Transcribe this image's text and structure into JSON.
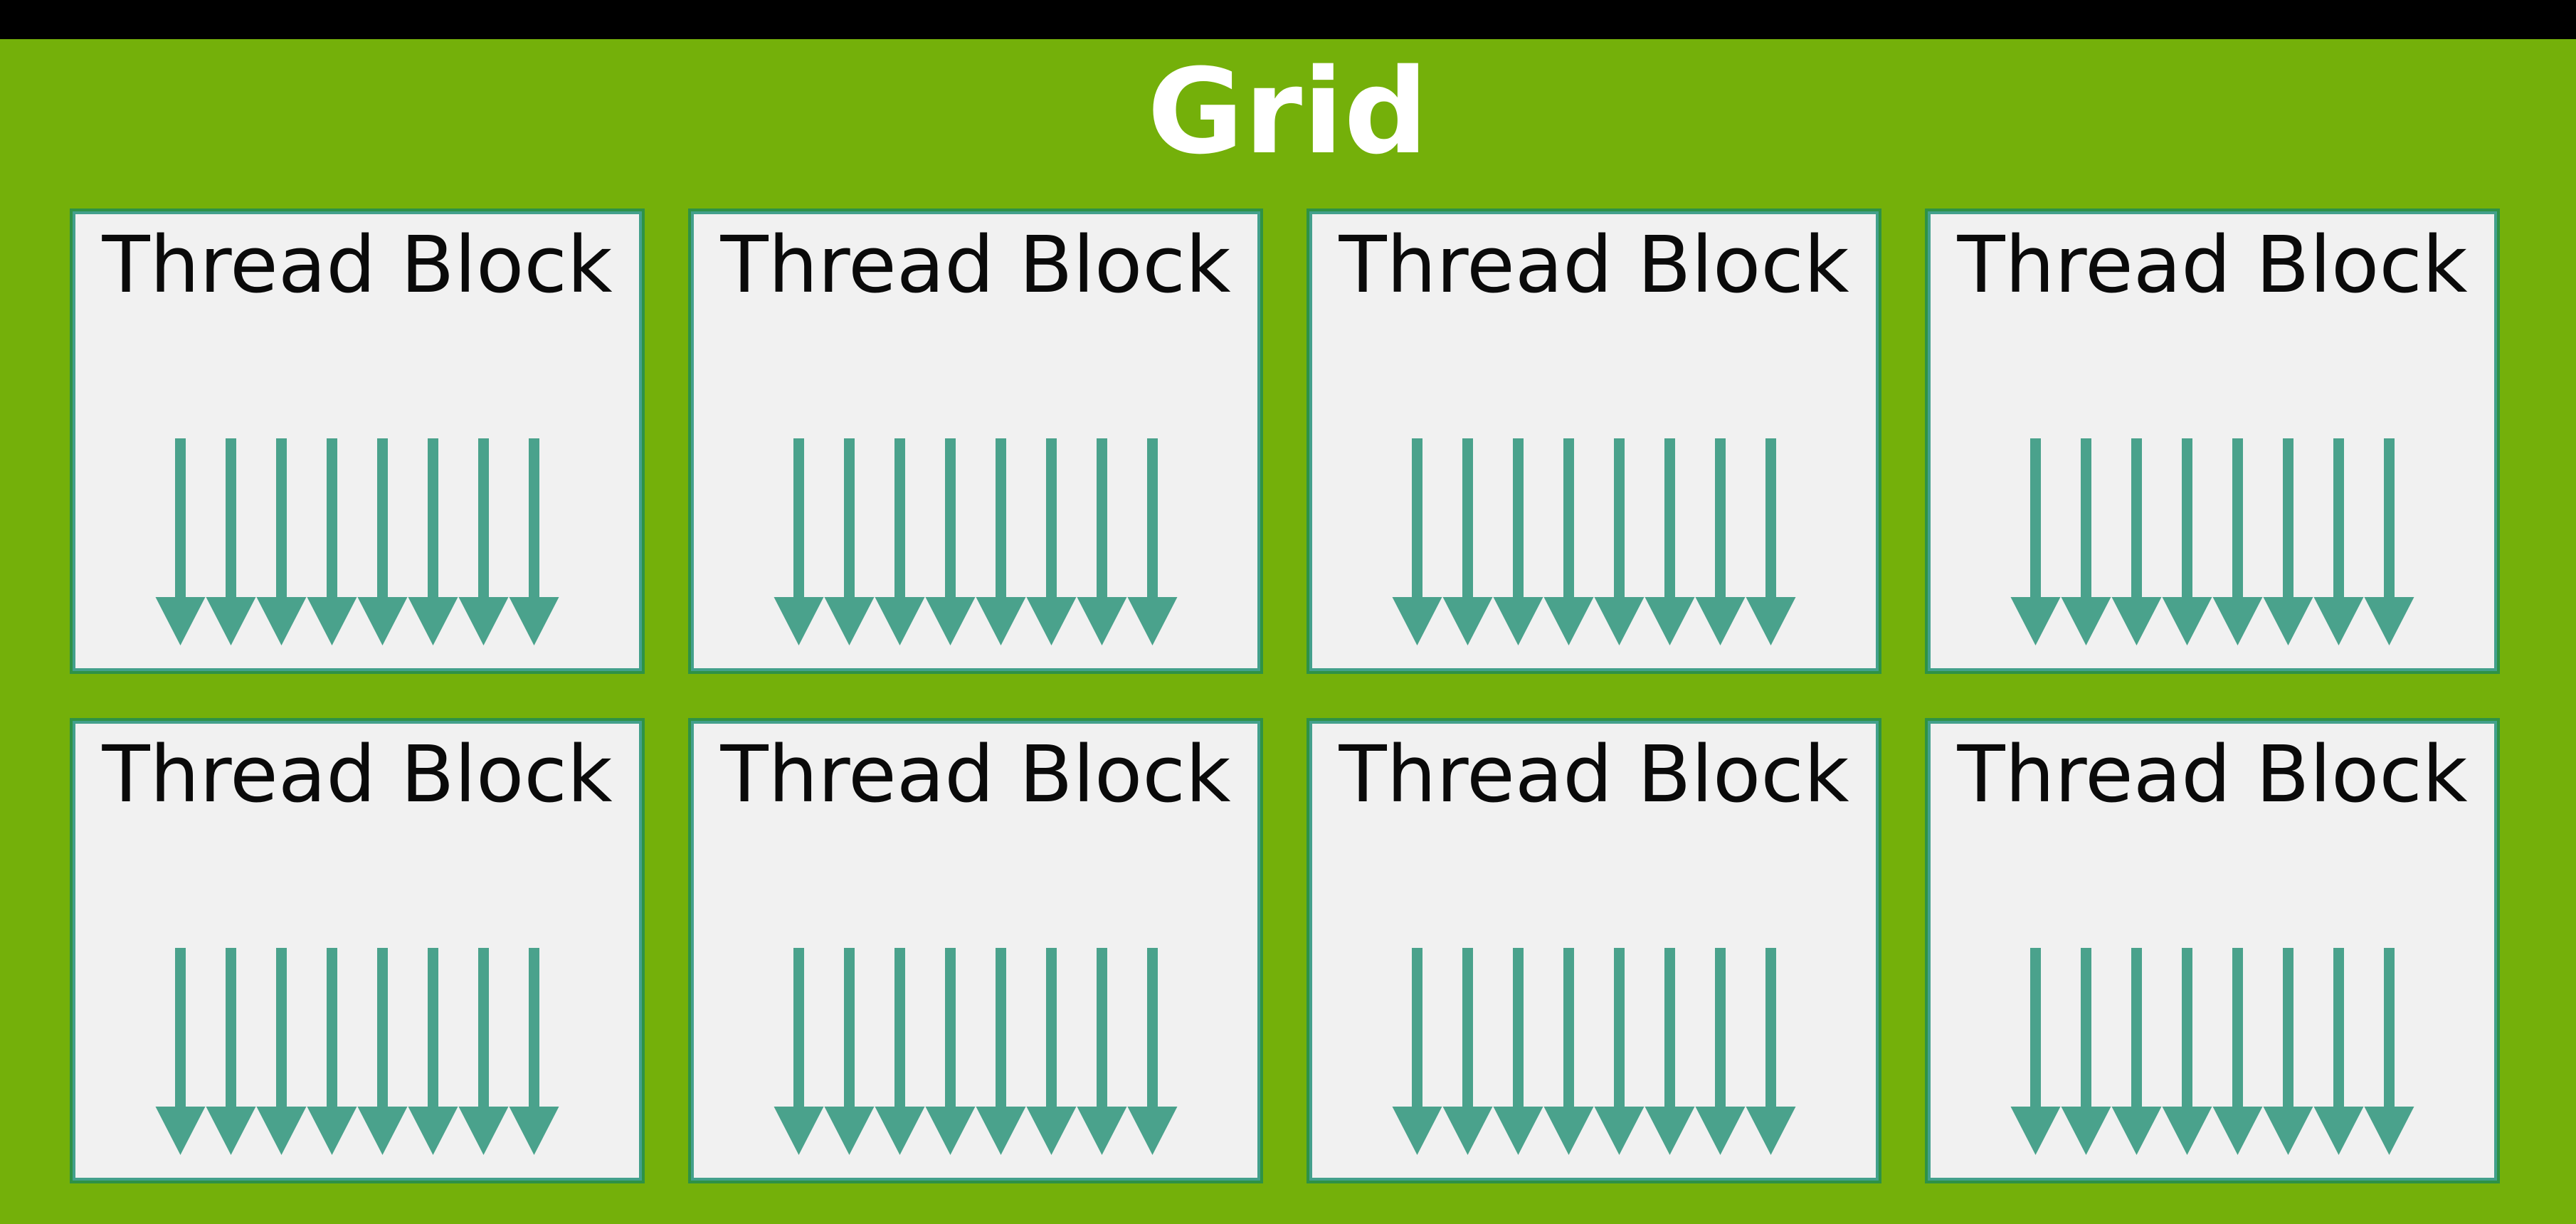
{
  "diagram": {
    "title": "Grid",
    "arrows_per_block": 8,
    "blocks": [
      {
        "label": "Thread Block"
      },
      {
        "label": "Thread Block"
      },
      {
        "label": "Thread Block"
      },
      {
        "label": "Thread Block"
      },
      {
        "label": "Thread Block"
      },
      {
        "label": "Thread Block"
      },
      {
        "label": "Thread Block"
      },
      {
        "label": "Thread Block"
      }
    ]
  },
  "colors": {
    "top_bar": "#000000",
    "background_green": "#74B00A",
    "card_fill": "#F1F1F1",
    "card_border_teal": "#43A08C",
    "card_outline_green": "#2E9246",
    "arrow_teal": "#4AA28C",
    "title_text": "#FFFFFF",
    "label_text": "#0A0A0A"
  }
}
